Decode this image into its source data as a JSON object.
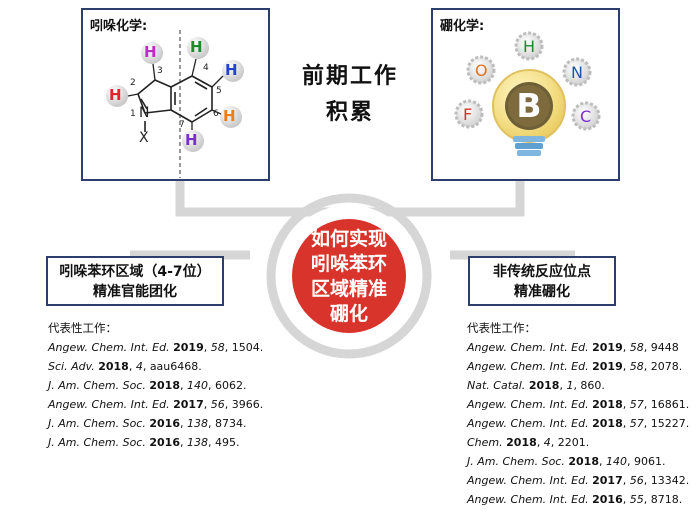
{
  "center_title": [
    "前期工作",
    "积累"
  ],
  "center_circle": [
    "如何实现",
    "吲哚苯环",
    "区域精准",
    "硼化"
  ],
  "left_panel": {
    "title": "吲哚化学:",
    "atoms": {
      "H3": "H",
      "H2": "H",
      "N": "N",
      "X": "X",
      "H4": "H",
      "H5": "H",
      "H6": "H",
      "H7": "H"
    },
    "numbers": [
      "1",
      "2",
      "3",
      "4",
      "5",
      "6",
      "7"
    ]
  },
  "right_panel": {
    "title": "硼化学:",
    "center": "B",
    "elements": [
      "F",
      "O",
      "H",
      "N",
      "C"
    ]
  },
  "left_label": [
    "吲哚苯环区域（4-7位）",
    "精准官能团化"
  ],
  "right_label": [
    "非传统反应位点",
    "精准硼化"
  ],
  "left_refs": {
    "heading": "代表性工作：",
    "items": [
      {
        "journal": "Angew. Chem. Int. Ed.",
        "year": "2019",
        "vol": "58",
        "pages": ", 1504."
      },
      {
        "journal": "Sci. Adv.",
        "year": "2018",
        "vol": "4",
        "pages": ", aau6468."
      },
      {
        "journal": "J. Am. Chem. Soc.",
        "year": "2018",
        "vol": "140",
        "pages": ", 6062."
      },
      {
        "journal": "Angew. Chem. Int. Ed.",
        "year": "2017",
        "vol": "56",
        "pages": ", 3966."
      },
      {
        "journal": "J. Am. Chem. Soc.",
        "year": "2016",
        "vol": "138",
        "pages": ", 8734."
      },
      {
        "journal": "J. Am. Chem. Soc.",
        "year": "2016",
        "vol": "138",
        "pages": ", 495."
      }
    ]
  },
  "right_refs": {
    "heading": "代表性工作：",
    "items": [
      {
        "journal": "Angew. Chem. Int. Ed.",
        "year": "2019",
        "vol": "58",
        "pages": ", 9448"
      },
      {
        "journal": "Angew. Chem. Int. Ed.",
        "year": "2019",
        "vol": "58",
        "pages": ", 2078."
      },
      {
        "journal": "Nat. Catal.",
        "year": "2018",
        "vol": "1",
        "pages": ", 860."
      },
      {
        "journal": "Angew. Chem. Int. Ed.",
        "year": "2018",
        "vol": "57",
        "pages": ", 16861."
      },
      {
        "journal": "Angew. Chem. Int. Ed.",
        "year": "2018",
        "vol": "57",
        "pages": ", 15227."
      },
      {
        "journal": "Chem.",
        "year": "2018",
        "vol": "4",
        "pages": ", 2201."
      },
      {
        "journal": "J. Am. Chem. Soc.",
        "year": "2018",
        "vol": "140",
        "pages": ", 9061."
      },
      {
        "journal": "Angew. Chem. Int. Ed.",
        "year": "2017",
        "vol": "56",
        "pages": ", 13342."
      },
      {
        "journal": "Angew. Chem. Int. Ed.",
        "year": "2016",
        "vol": "55",
        "pages": ", 8718."
      }
    ]
  },
  "colors": {
    "panel_border": "#2c3e6b",
    "circle_red": "#d9342b",
    "gray_ring": "#d8d8d8"
  }
}
